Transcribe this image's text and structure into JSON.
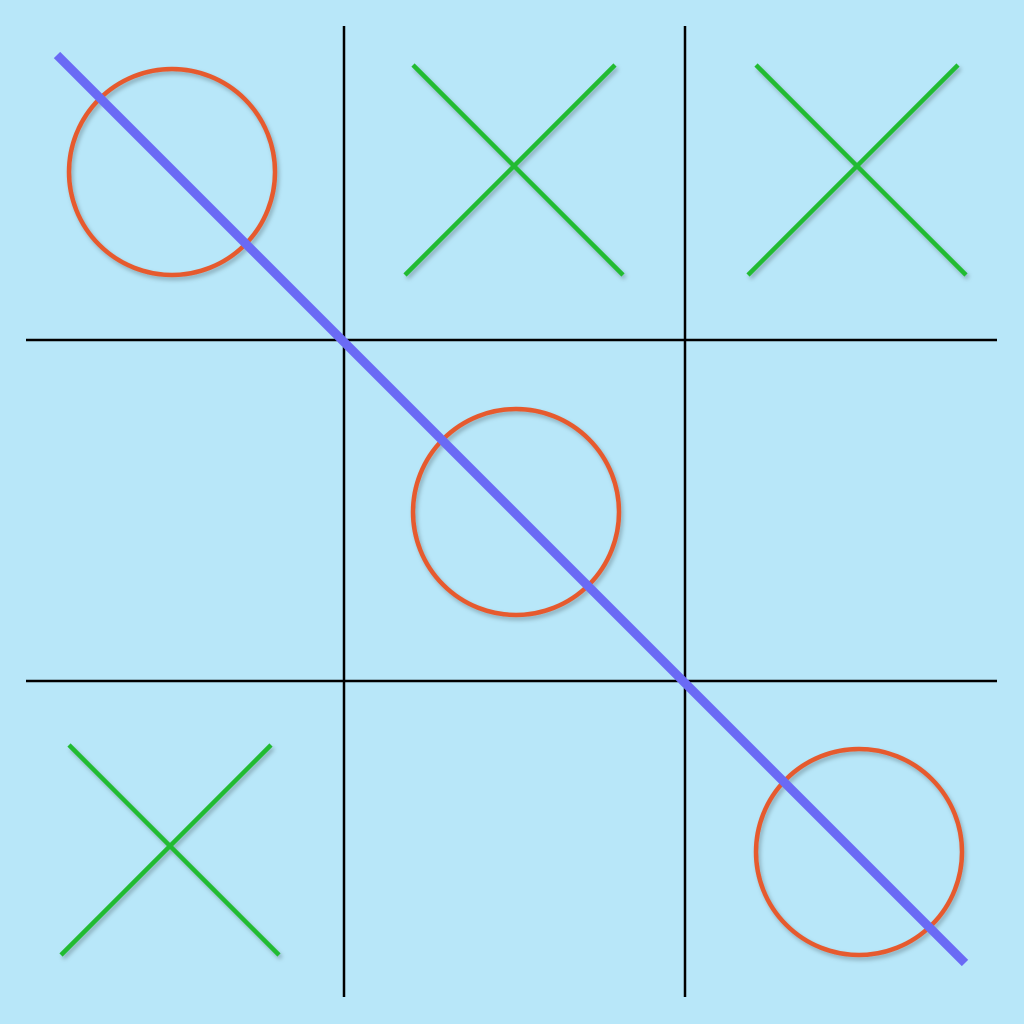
{
  "game": {
    "type": "tic-tac-toe",
    "board": [
      [
        "O",
        "X",
        "X"
      ],
      [
        "",
        "O",
        ""
      ],
      [
        "X",
        "",
        "O"
      ]
    ],
    "winner": "O",
    "winning_line": "diagonal-top-left-to-bottom-right",
    "winning_cells": [
      [
        0,
        0
      ],
      [
        1,
        1
      ],
      [
        2,
        2
      ]
    ]
  },
  "colors": {
    "background": "#b8e7f9",
    "grid": "#000000",
    "x_mark": "#22bb33",
    "o_mark": "#e65a2e",
    "win_line": "#6a6af5"
  }
}
